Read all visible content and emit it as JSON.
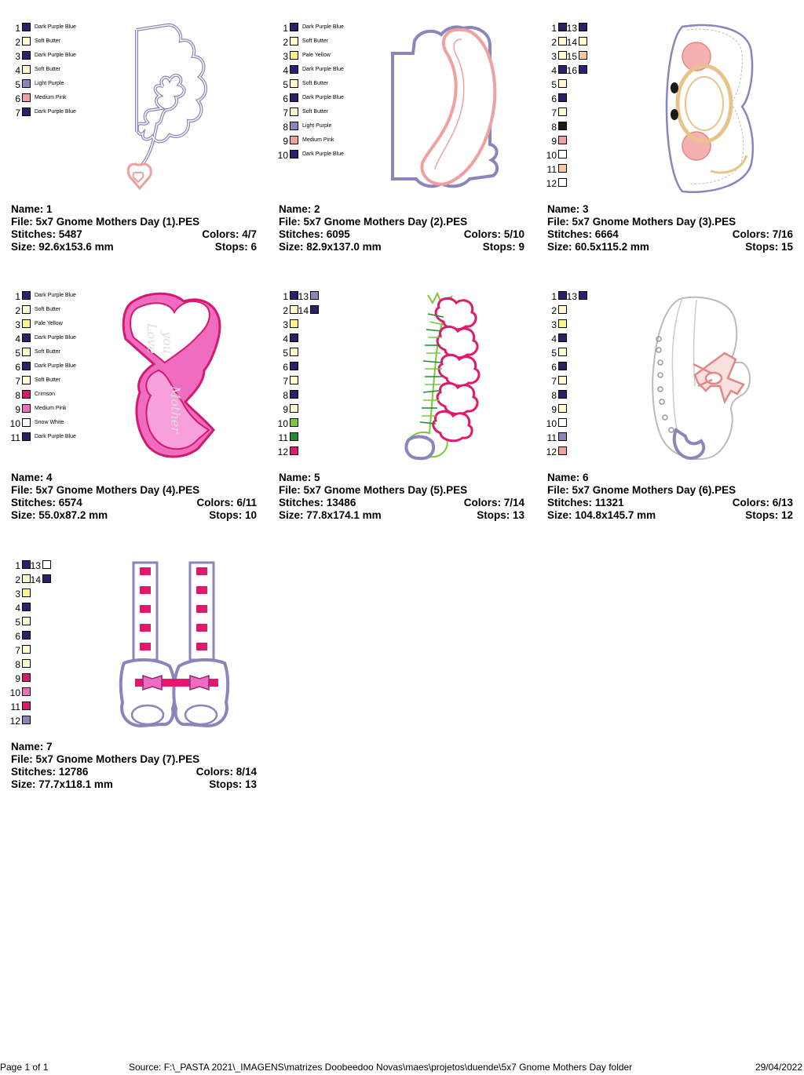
{
  "labels": {
    "name": "Name:",
    "file": "File:",
    "stitches": "Stitches:",
    "size": "Size:",
    "colors": "Colors:",
    "stops": "Stops:"
  },
  "designs": [
    {
      "name": "1",
      "file": "5x7 Gnome Mothers Day (1).PES",
      "stitches": "5487",
      "size": "92.6x153.6 mm",
      "colors": "4/7",
      "stops": "6",
      "palette": [
        {
          "n": 1,
          "color": "#2e1f6b",
          "name": "Dark Purple Blue"
        },
        {
          "n": 2,
          "color": "#fffbcc",
          "name": "Soft Butter"
        },
        {
          "n": 3,
          "color": "#2e1f6b",
          "name": "Dark Purple Blue"
        },
        {
          "n": 4,
          "color": "#fffbcc",
          "name": "Soft Butter"
        },
        {
          "n": 5,
          "color": "#8a86bb",
          "name": "Light Purple"
        },
        {
          "n": 6,
          "color": "#f0a0a0",
          "name": "Medium Pink"
        },
        {
          "n": 7,
          "color": "#2e1f6b",
          "name": "Dark Purple Blue"
        }
      ]
    },
    {
      "name": "2",
      "file": "5x7 Gnome Mothers Day (2).PES",
      "stitches": "6095",
      "size": "82.9x137.0 mm",
      "colors": "5/10",
      "stops": "9",
      "palette": [
        {
          "n": 1,
          "color": "#2e1f6b",
          "name": "Dark Purple Blue"
        },
        {
          "n": 2,
          "color": "#fffbcc",
          "name": "Soft Butter"
        },
        {
          "n": 3,
          "color": "#fff48a",
          "name": "Pale Yellow"
        },
        {
          "n": 4,
          "color": "#2e1f6b",
          "name": "Dark Purple Blue"
        },
        {
          "n": 5,
          "color": "#fffbcc",
          "name": "Soft Butter"
        },
        {
          "n": 6,
          "color": "#2e1f6b",
          "name": "Dark Purple Blue"
        },
        {
          "n": 7,
          "color": "#fffbcc",
          "name": "Soft Butter"
        },
        {
          "n": 8,
          "color": "#8a86bb",
          "name": "Light Purple"
        },
        {
          "n": 9,
          "color": "#f0a0a0",
          "name": "Medium Pink"
        },
        {
          "n": 10,
          "color": "#2e1f6b",
          "name": "Dark Purple Blue"
        }
      ]
    },
    {
      "name": "3",
      "file": "5x7 Gnome Mothers Day (3).PES",
      "stitches": "6664",
      "size": "60.5x115.2 mm",
      "colors": "7/16",
      "stops": "15",
      "palette": [
        {
          "n": 1,
          "color": "#2e1f6b"
        },
        {
          "n": 2,
          "color": "#fffbcc"
        },
        {
          "n": 3,
          "color": "#fffbcc"
        },
        {
          "n": 4,
          "color": "#2e1f6b"
        },
        {
          "n": 5,
          "color": "#fffbcc"
        },
        {
          "n": 6,
          "color": "#2e1f6b"
        },
        {
          "n": 7,
          "color": "#fffbcc"
        },
        {
          "n": 8,
          "color": "#1a1a1a"
        },
        {
          "n": 9,
          "color": "#f0a0a0"
        },
        {
          "n": 10,
          "color": "#ffffff"
        },
        {
          "n": 11,
          "color": "#f8c8a0"
        },
        {
          "n": 12,
          "color": "#ffffff"
        },
        {
          "n": 13,
          "color": "#2e1f6b"
        },
        {
          "n": 14,
          "color": "#fffbcc"
        },
        {
          "n": 15,
          "color": "#f8c8a0"
        },
        {
          "n": 16,
          "color": "#2e1f6b"
        }
      ]
    },
    {
      "name": "4",
      "file": "5x7 Gnome Mothers Day (4).PES",
      "stitches": "6574",
      "size": "55.0x87.2 mm",
      "colors": "6/11",
      "stops": "10",
      "palette": [
        {
          "n": 1,
          "color": "#2e1f6b",
          "name": "Dark Purple Blue"
        },
        {
          "n": 2,
          "color": "#fffbcc",
          "name": "Soft Butter"
        },
        {
          "n": 3,
          "color": "#fff48a",
          "name": "Pale Yellow"
        },
        {
          "n": 4,
          "color": "#2e1f6b",
          "name": "Dark Purple Blue"
        },
        {
          "n": 5,
          "color": "#fffbcc",
          "name": "Soft Butter"
        },
        {
          "n": 6,
          "color": "#2e1f6b",
          "name": "Dark Purple Blue"
        },
        {
          "n": 7,
          "color": "#fffbcc",
          "name": "Soft Butter"
        },
        {
          "n": 8,
          "color": "#d41a6e",
          "name": "Crimson"
        },
        {
          "n": 9,
          "color": "#f06cc0",
          "name": "Medium Pink"
        },
        {
          "n": 10,
          "color": "#ffffff",
          "name": "Snow White"
        },
        {
          "n": 11,
          "color": "#2e1f6b",
          "name": "Dark Purple Blue"
        }
      ]
    },
    {
      "name": "5",
      "file": "5x7 Gnome Mothers Day (5).PES",
      "stitches": "13486",
      "size": "77.8x174.1 mm",
      "colors": "7/14",
      "stops": "13",
      "palette": [
        {
          "n": 1,
          "color": "#2e1f6b"
        },
        {
          "n": 2,
          "color": "#fffbcc"
        },
        {
          "n": 3,
          "color": "#fff48a"
        },
        {
          "n": 4,
          "color": "#2e1f6b"
        },
        {
          "n": 5,
          "color": "#fffbcc"
        },
        {
          "n": 6,
          "color": "#2e1f6b"
        },
        {
          "n": 7,
          "color": "#fffbcc"
        },
        {
          "n": 8,
          "color": "#2e1f6b"
        },
        {
          "n": 9,
          "color": "#fffbcc"
        },
        {
          "n": 10,
          "color": "#7cc83a"
        },
        {
          "n": 11,
          "color": "#1f8a30"
        },
        {
          "n": 12,
          "color": "#e0186e"
        },
        {
          "n": 13,
          "color": "#8a86bb"
        },
        {
          "n": 14,
          "color": "#2e1f6b"
        }
      ]
    },
    {
      "name": "6",
      "file": "5x7 Gnome Mothers Day (6).PES",
      "stitches": "11321",
      "size": "104.8x145.7 mm",
      "colors": "6/13",
      "stops": "12",
      "palette": [
        {
          "n": 1,
          "color": "#2e1f6b"
        },
        {
          "n": 2,
          "color": "#fffbcc"
        },
        {
          "n": 3,
          "color": "#fff48a"
        },
        {
          "n": 4,
          "color": "#2e1f6b"
        },
        {
          "n": 5,
          "color": "#fffbcc"
        },
        {
          "n": 6,
          "color": "#2e1f6b"
        },
        {
          "n": 7,
          "color": "#fffbcc"
        },
        {
          "n": 8,
          "color": "#2e1f6b"
        },
        {
          "n": 9,
          "color": "#fffbcc"
        },
        {
          "n": 10,
          "color": "#ffffff"
        },
        {
          "n": 11,
          "color": "#8a86bb"
        },
        {
          "n": 12,
          "color": "#f0a0a0"
        },
        {
          "n": 13,
          "color": "#2e1f6b"
        }
      ]
    },
    {
      "name": "7",
      "file": "5x7 Gnome Mothers Day (7).PES",
      "stitches": "12786",
      "size": "77.7x118.1 mm",
      "colors": "8/14",
      "stops": "13",
      "palette": [
        {
          "n": 1,
          "color": "#2e1f6b"
        },
        {
          "n": 2,
          "color": "#fffbcc"
        },
        {
          "n": 3,
          "color": "#fff48a"
        },
        {
          "n": 4,
          "color": "#2e1f6b"
        },
        {
          "n": 5,
          "color": "#fffbcc"
        },
        {
          "n": 6,
          "color": "#2e1f6b"
        },
        {
          "n": 7,
          "color": "#fffbcc"
        },
        {
          "n": 8,
          "color": "#fffbcc"
        },
        {
          "n": 9,
          "color": "#d41a6e"
        },
        {
          "n": 10,
          "color": "#f06cc0"
        },
        {
          "n": 11,
          "color": "#e0186e"
        },
        {
          "n": 12,
          "color": "#8a86bb"
        },
        {
          "n": 13,
          "color": "#ffffff"
        },
        {
          "n": 14,
          "color": "#2e1f6b"
        }
      ]
    }
  ],
  "footer": {
    "page": "Page 1 of 1",
    "source": "Source: F:\\_PASTA 2021\\_IMAGENS\\matrizes Doobeedoo Novas\\maes\\projetos\\duende\\5x7 Gnome Mothers Day folder",
    "date": "29/04/2022"
  }
}
